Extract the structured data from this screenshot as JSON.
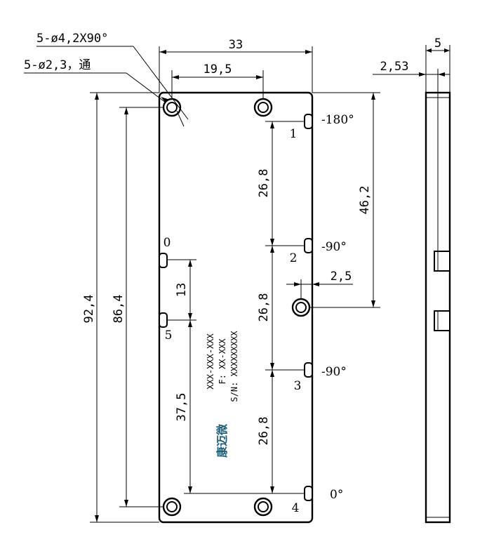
{
  "callouts": {
    "countersink": "5-ø4,2X90°",
    "through": "5-ø2,3，通"
  },
  "dims": {
    "width_33": "33",
    "spacing_19_5": "19,5",
    "total_92_4": "92,4",
    "holes_86_4": "86,4",
    "d_13": "13",
    "d_37_5": "37,5",
    "d_26_8_a": "26,8",
    "d_26_8_b": "26,8",
    "d_26_8_c": "26,8",
    "d_46_2": "46,2",
    "d_2_5": "2,5",
    "side_5": "5",
    "side_2_53": "2,53"
  },
  "ports": {
    "p0": "0",
    "p1": "1",
    "p2": "2",
    "p3": "3",
    "p4": "4",
    "p5": "5"
  },
  "angles": {
    "a_m180": "-180°",
    "a_m90_a": "-90°",
    "a_m90_b": "-90°",
    "a_0": "0°"
  },
  "label": {
    "line1": "XXX-XXX-XXX",
    "line2": "F: XX-XXX",
    "line3": "S/N: XXXXXXXXX",
    "brand": "康迈微"
  }
}
